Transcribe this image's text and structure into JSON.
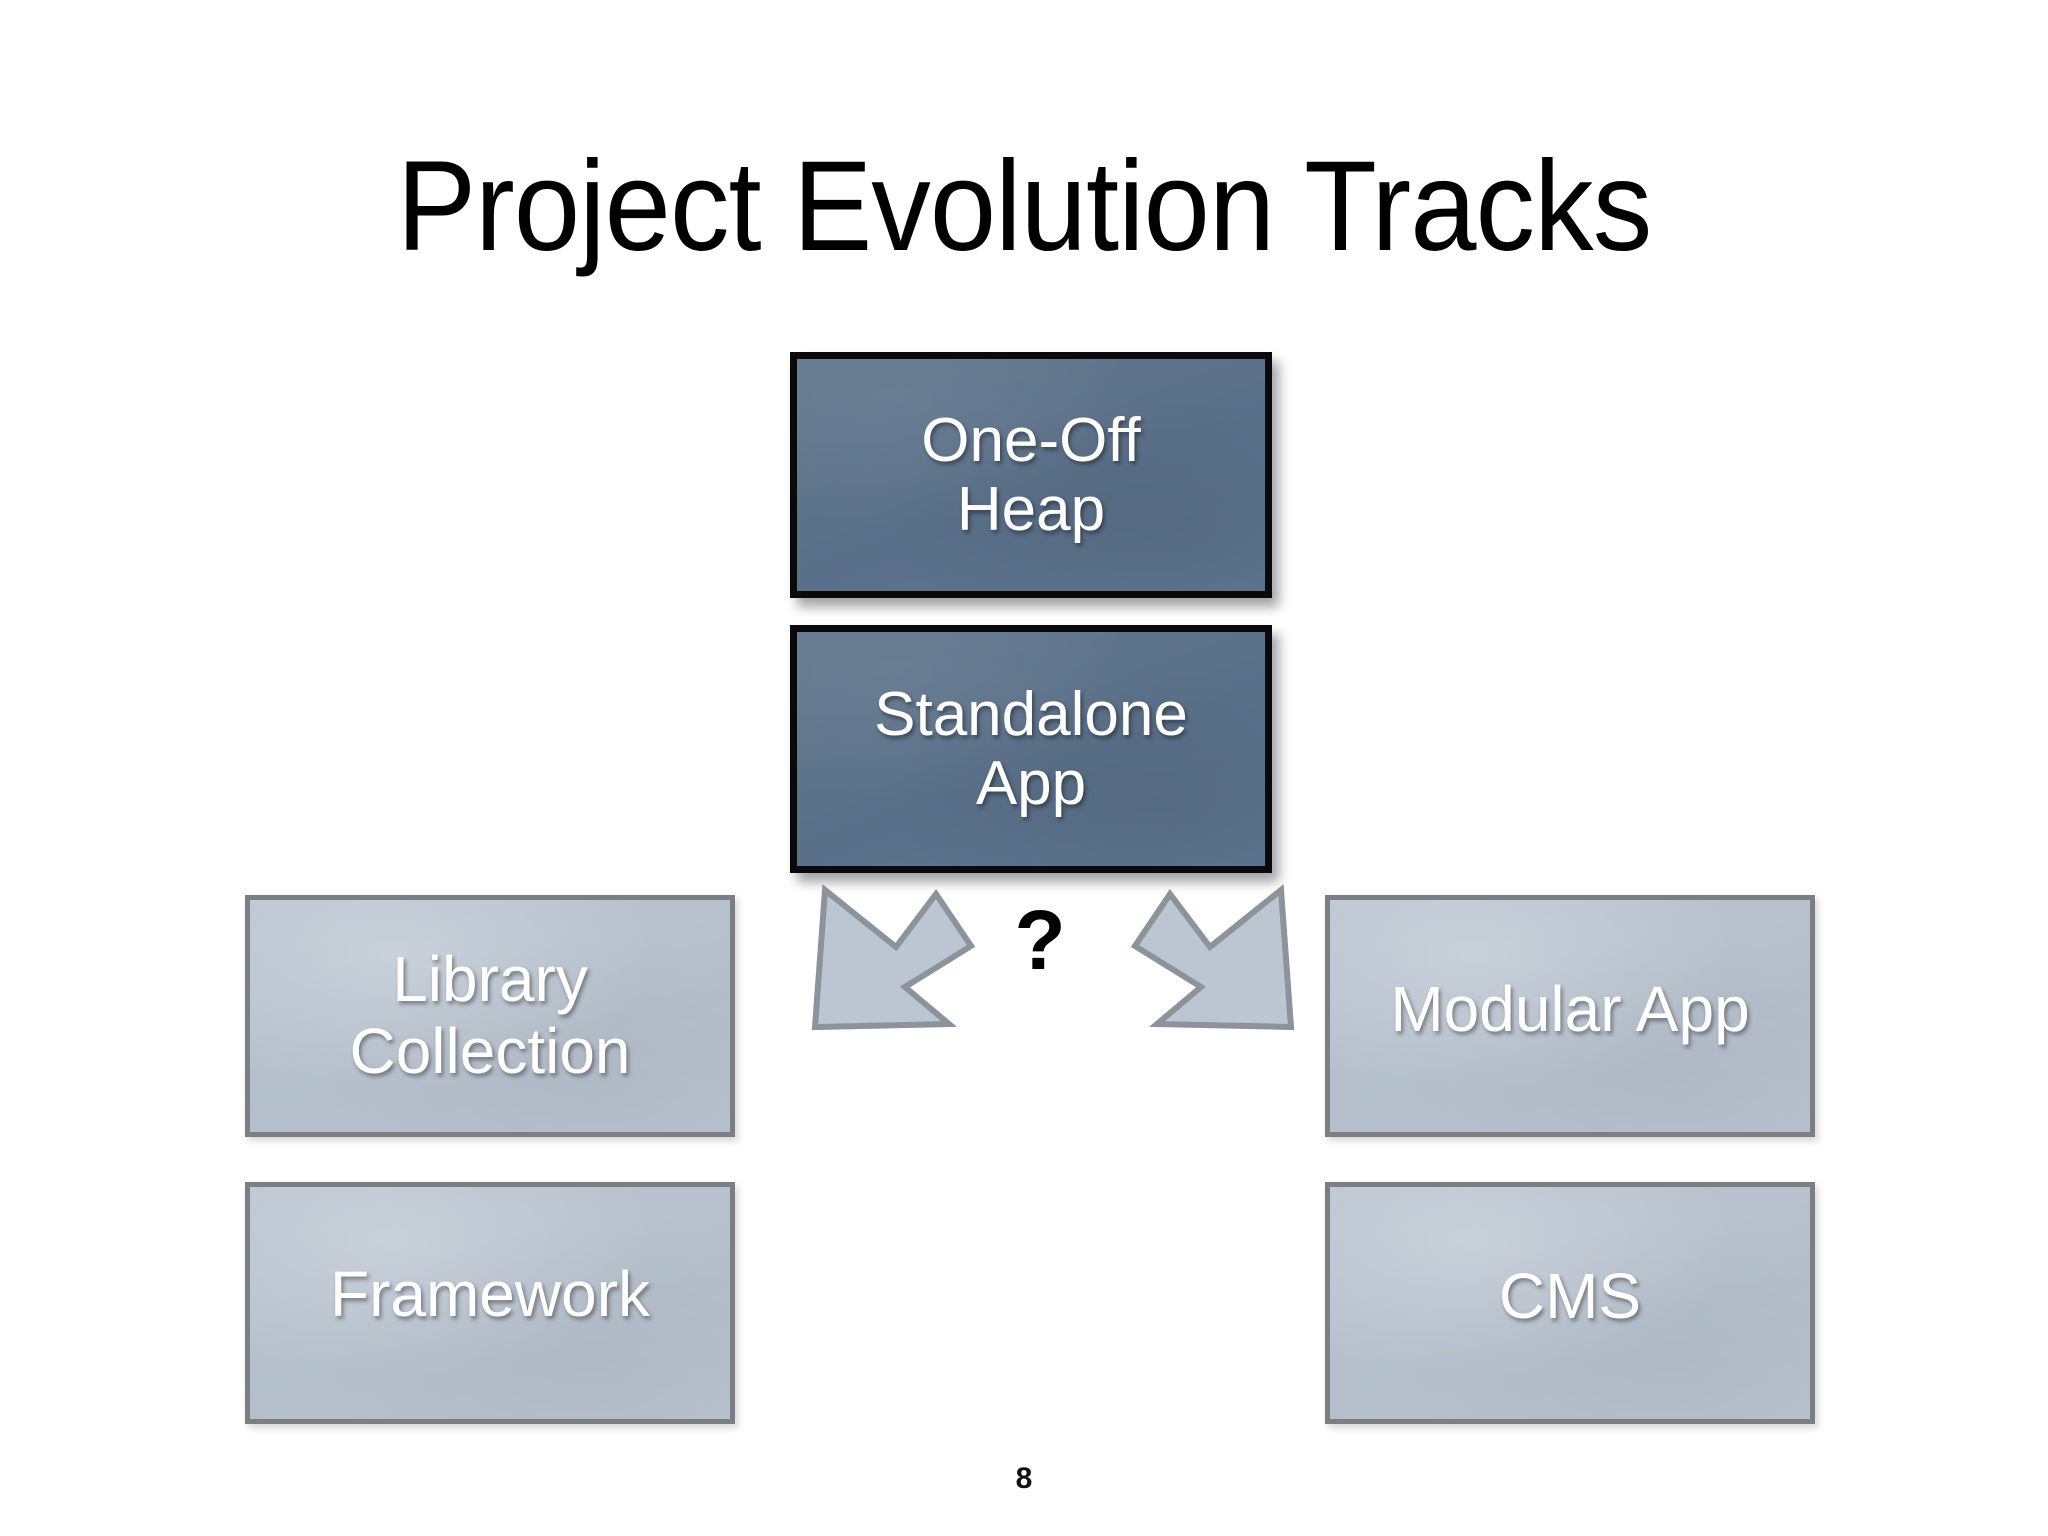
{
  "slide": {
    "title": "Project Evolution Tracks",
    "page_number": "8",
    "background_color": "#ffffff"
  },
  "colors": {
    "dark_box_fill": "#5f7791",
    "dark_box_border": "#0a0a0a",
    "light_box_fill": "#b9c3cf",
    "light_box_border": "#7b7f82",
    "arrow_fill": "#bcc6d2",
    "arrow_border": "#8c939b",
    "box_text": "#ffffff",
    "title_text": "#000000"
  },
  "diagram": {
    "type": "flow",
    "top_nodes": [
      {
        "id": "one-off-heap",
        "label": "One-Off\nHeap",
        "style": "dark"
      },
      {
        "id": "standalone-app",
        "label": "Standalone\nApp",
        "style": "dark"
      }
    ],
    "branch_marker": "?",
    "arrows": [
      {
        "id": "arrow-left",
        "direction": "down-left",
        "icon": "chevron-arrow-down-left-icon"
      },
      {
        "id": "arrow-right",
        "direction": "down-right",
        "icon": "chevron-arrow-down-right-icon"
      }
    ],
    "left_branch": [
      {
        "id": "library-collection",
        "label": "Library\nCollection",
        "style": "light"
      },
      {
        "id": "framework",
        "label": "Framework",
        "style": "light"
      }
    ],
    "right_branch": [
      {
        "id": "modular-app",
        "label": "Modular App",
        "style": "light"
      },
      {
        "id": "cms",
        "label": "CMS",
        "style": "light"
      }
    ]
  },
  "labels": {
    "one_off_heap_line1": "One-Off",
    "one_off_heap_line2": "Heap",
    "standalone_app_line1": "Standalone",
    "standalone_app_line2": "App",
    "library_collection_line1": "Library",
    "library_collection_line2": "Collection",
    "framework": "Framework",
    "modular_app": "Modular App",
    "cms": "CMS",
    "question": "?"
  }
}
